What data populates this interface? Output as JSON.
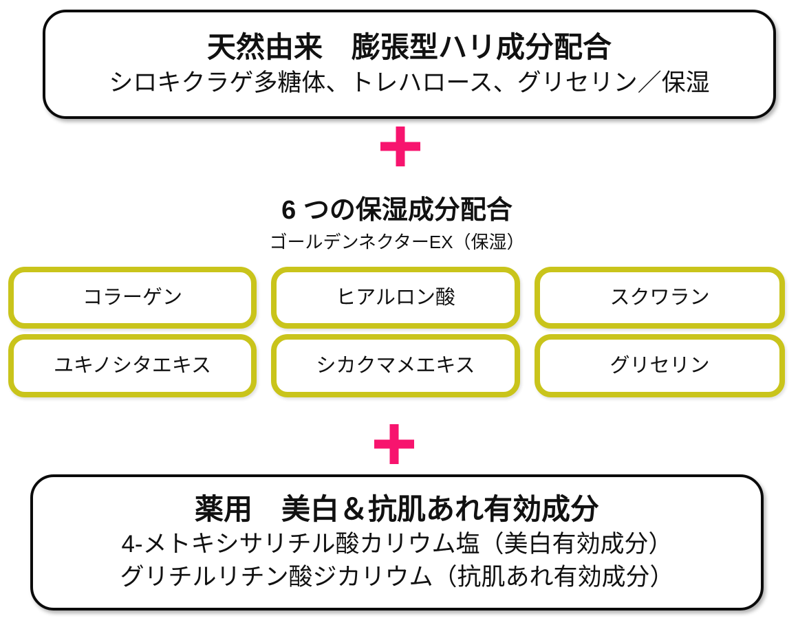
{
  "colors": {
    "accent_pink": "#F7146E",
    "ingredient_border": "#C9C41B",
    "box_border": "#0b0b0b",
    "page_bg": "#ffffff"
  },
  "icons": {
    "plus_top": "plus-icon",
    "plus_bottom": "plus-icon"
  },
  "top_box": {
    "title": "天然由来　膨張型ハリ成分配合",
    "subtitle": "シロキクラゲ多糖体、トレハロース、グリセリン／保湿"
  },
  "moisture_section": {
    "heading": "6 つの保湿成分配合",
    "subheading": "ゴールデンネクターEX（保湿）",
    "ingredients": [
      "コラーゲン",
      "ヒアルロン酸",
      "スクワラン",
      "ユキノシタエキス",
      "シカクマメエキス",
      "グリセリン"
    ]
  },
  "bottom_box": {
    "title": "薬用　美白＆抗肌あれ有効成分",
    "line1": "4-メトキシサリチル酸カリウム塩（美白有効成分）",
    "line2": "グリチルリチン酸ジカリウム（抗肌あれ有効成分）"
  }
}
